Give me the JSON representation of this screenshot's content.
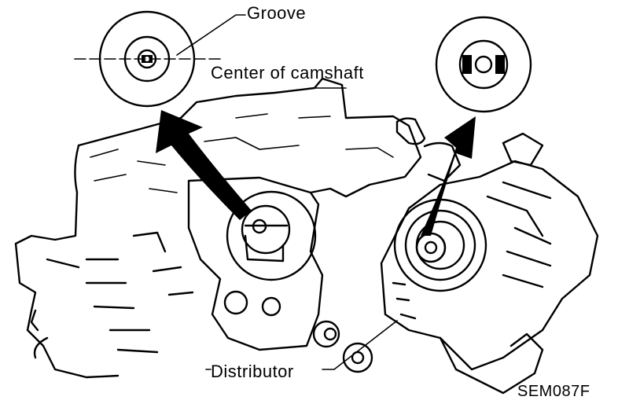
{
  "labels": {
    "groove": "Groove",
    "center_of_camshaft": "Center of camshaft",
    "distributor": "Distributor",
    "figure_code": "SEM087F"
  },
  "colors": {
    "line": "#000000",
    "background": "#ffffff"
  }
}
